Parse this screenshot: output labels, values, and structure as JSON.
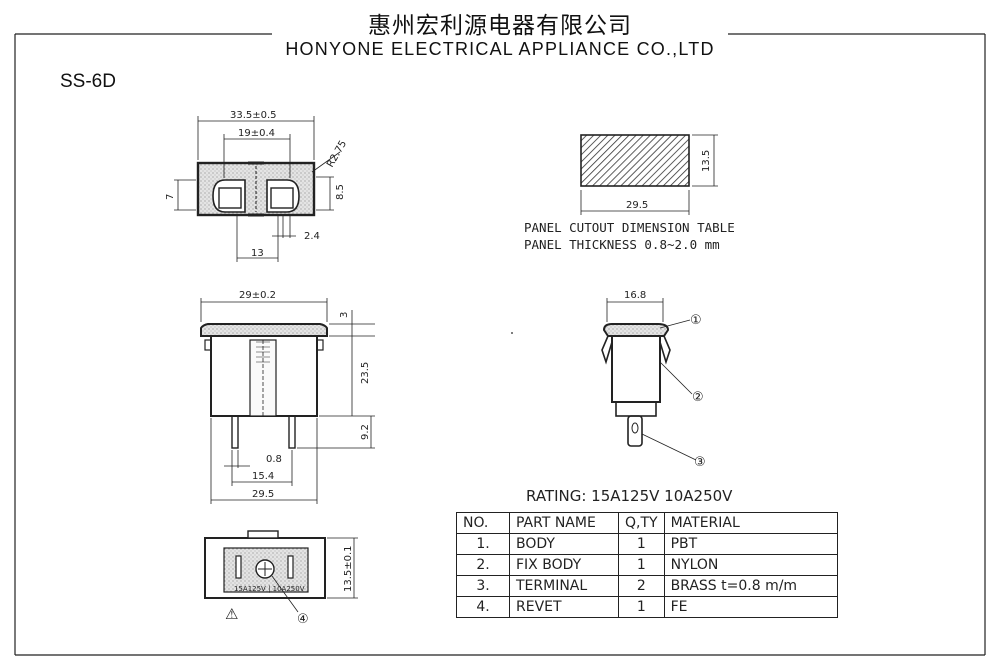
{
  "header": {
    "company_cn": "惠州宏利源电器有限公司",
    "company_en": "HONYONE ELECTRICAL APPLIANCE CO.,LTD",
    "model": "SS-6D"
  },
  "top_view": {
    "dim_overall": "33.5±0.5",
    "dim_inner": "19±0.4",
    "dim_radius": "R2.75",
    "dim_left_height": "7",
    "dim_right_height": "8.5",
    "dim_gap": "2.4",
    "dim_bottom": "13"
  },
  "cutout": {
    "width": "29.5",
    "height": "13.5",
    "label_line1": "PANEL CUTOUT DIMENSION TABLE",
    "label_line2": "PANEL THICKNESS 0.8~2.0 mm"
  },
  "side_view": {
    "dim_top": "29±0.2",
    "dim_flange": "3",
    "dim_body": "23.5",
    "dim_terminal": "9.2",
    "dim_thick": "0.8",
    "dim_pitch": "15.4",
    "dim_base": "29.5"
  },
  "profile_view": {
    "dim_width": "16.8",
    "callouts": [
      "①",
      "②",
      "③"
    ]
  },
  "bottom_view": {
    "marking": "15A125V | 10A250V",
    "dim_height": "13.5±0.1",
    "callout": "④",
    "warning_symbol": "⚠"
  },
  "rating": "RATING: 15A125V 10A250V",
  "table": {
    "headers": [
      "NO.",
      "PART NAME",
      "Q,TY",
      "MATERIAL"
    ],
    "rows": [
      [
        "1.",
        "BODY",
        "1",
        "PBT"
      ],
      [
        "2.",
        "FIX BODY",
        "1",
        "NYLON"
      ],
      [
        "3.",
        "TERMINAL",
        "2",
        "BRASS t=0.8 m/m"
      ],
      [
        "4.",
        "REVET",
        "1",
        "FE"
      ]
    ]
  }
}
